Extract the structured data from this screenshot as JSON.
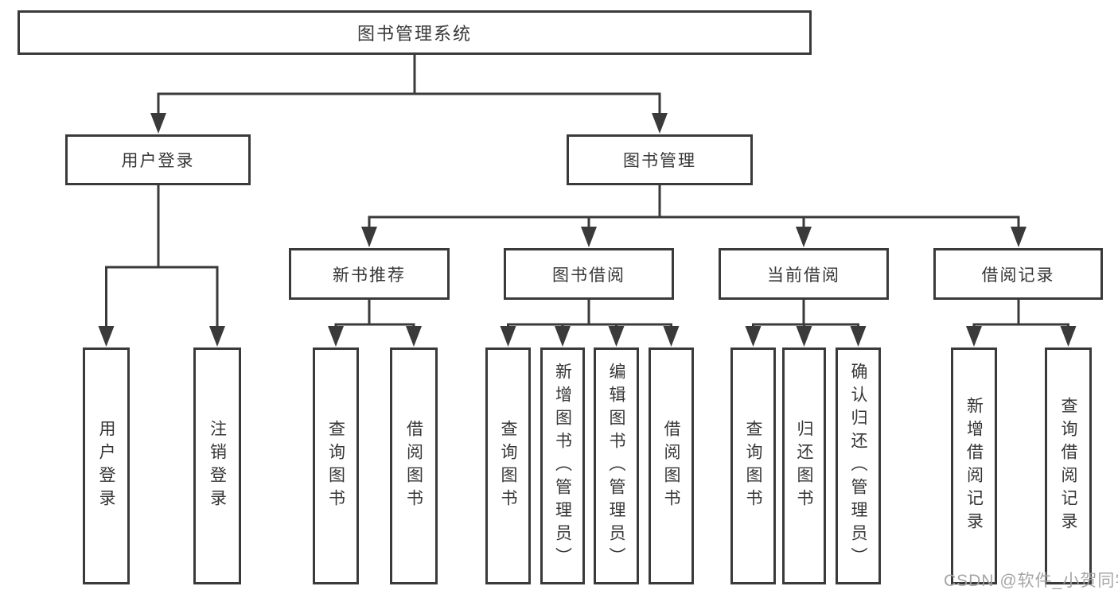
{
  "diagram": {
    "root": {
      "label": "图书管理系统"
    },
    "branches": [
      {
        "label": "用户登录",
        "children": [
          {
            "label": "用户登录"
          },
          {
            "label": "注销登录"
          }
        ]
      },
      {
        "label": "图书管理",
        "children": [
          {
            "label": "新书推荐",
            "children": [
              {
                "label": "查询图书"
              },
              {
                "label": "借阅图书"
              }
            ]
          },
          {
            "label": "图书借阅",
            "children": [
              {
                "label": "查询图书"
              },
              {
                "label": "新增图书（管理员）"
              },
              {
                "label": "编辑图书（管理员）"
              },
              {
                "label": "借阅图书"
              }
            ]
          },
          {
            "label": "当前借阅",
            "children": [
              {
                "label": "查询图书"
              },
              {
                "label": "归还图书"
              },
              {
                "label": "确认归还（管理员）"
              }
            ]
          },
          {
            "label": "借阅记录",
            "children": [
              {
                "label": "新增借阅记录"
              },
              {
                "label": "查询借阅记录"
              }
            ]
          }
        ]
      }
    ]
  },
  "watermark": "CSDN @软件_小贺同学",
  "colors": {
    "line": "#3a3a3a",
    "text": "#363636",
    "watermark": "#a0a0a0",
    "background": "#ffffff"
  }
}
